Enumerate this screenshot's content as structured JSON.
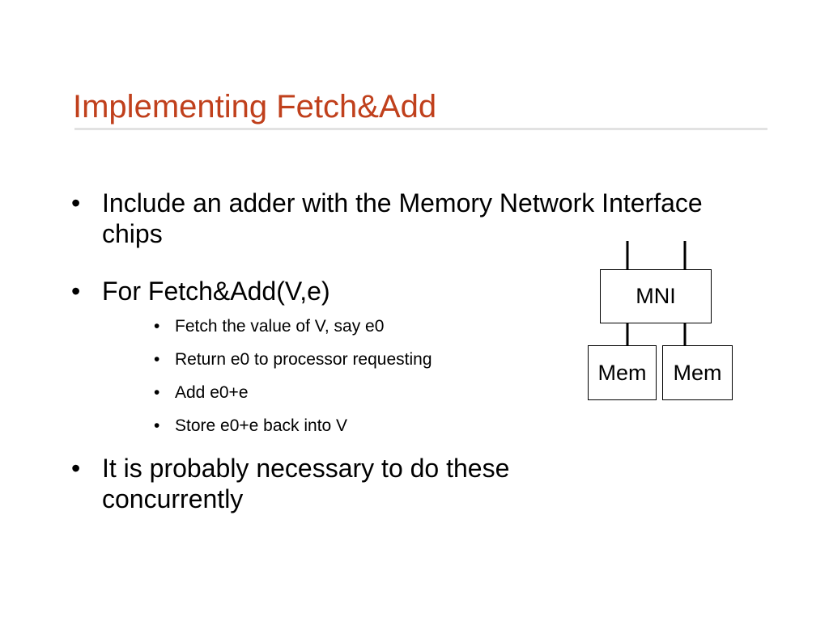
{
  "slide": {
    "title": "Implementing Fetch&Add",
    "bullet_glyph": "•",
    "bullets": [
      {
        "text": "Include an adder with the Memory Network Interface chips"
      },
      {
        "text": "For Fetch&Add(V,e)"
      },
      {
        "text": "It is probably necessary to do these concurrently"
      }
    ],
    "sub_bullets": [
      {
        "text": "Fetch the value of V, say e0"
      },
      {
        "text": "Return e0 to processor requesting"
      },
      {
        "text": "Add e0+e"
      },
      {
        "text": "Store e0+e back into V"
      }
    ],
    "title_color": "#c0401c"
  },
  "diagram": {
    "mni_label": "MNI",
    "mem_labels": [
      "Mem",
      "Mem"
    ]
  }
}
